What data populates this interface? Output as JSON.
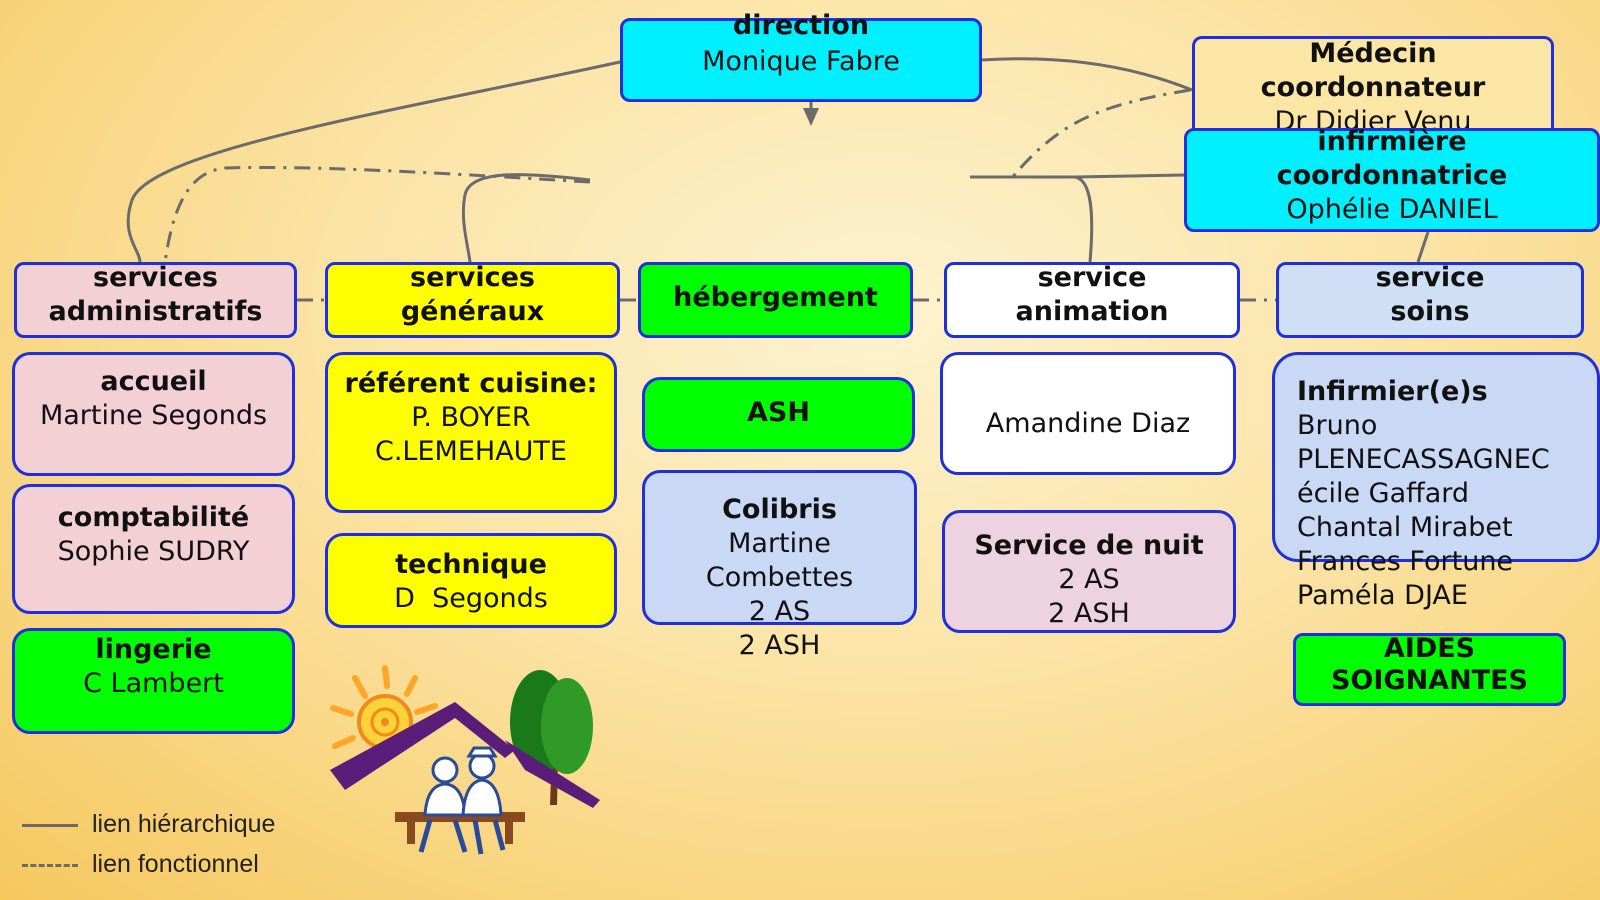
{
  "colors": {
    "border": "#1f2fe0",
    "cyan": "#00f0ff",
    "pink": "#f2d0d4",
    "yellow": "#ffff00",
    "green": "#00ff00",
    "white": "#ffffff",
    "lightblue": "#cfe0f6",
    "lavender": "#c9d8f4",
    "mauve": "#ecd3df",
    "link": "#6b6b6b"
  },
  "top": {
    "direction": {
      "title": "direction",
      "name": "Monique Fabre"
    },
    "medecin": {
      "line1": "Médecin",
      "line2": "coordonnateur",
      "name": "Dr Didier Venu"
    },
    "infirmiere": {
      "line1": "infirmière",
      "line2": "coordonnatrice",
      "name": "Ophélie DANIEL"
    }
  },
  "services": [
    {
      "line1": "services",
      "line2": "administratifs"
    },
    {
      "line1": "services",
      "line2": "généraux"
    },
    {
      "line1": "hébergement"
    },
    {
      "line1": "service",
      "line2": "animation"
    },
    {
      "line1": "service",
      "line2": "soins"
    }
  ],
  "admin": {
    "accueil": {
      "title": "accueil",
      "name": "Martine Segonds"
    },
    "comptabilite": {
      "title": "comptabilité",
      "name": "Sophie SUDRY"
    },
    "lingerie": {
      "title": "lingerie",
      "name": "C Lambert"
    }
  },
  "generaux": {
    "cuisine": {
      "title": "référent cuisine:",
      "name1": "P. BOYER",
      "name2": "C.LEMEHAUTE"
    },
    "technique": {
      "title": "technique",
      "name": "D  Segonds"
    }
  },
  "hebergement": {
    "ash": "ASH",
    "colibris": {
      "title": "Colibris",
      "name1": "Martine",
      "name2": "Combettes",
      "as": "2 AS",
      "ash": "2 ASH"
    }
  },
  "animation": {
    "name": "Amandine Diaz",
    "nuit": {
      "title": "Service de nuit",
      "as": "2 AS",
      "ash": "2 ASH"
    }
  },
  "soins": {
    "infirmiers_title": "Infirmier(e)s",
    "infirmiers": [
      "Bruno",
      "PLENECASSAGNEC",
      "écile Gaffard",
      "Chantal Mirabet",
      "Frances Fortune",
      "Paméla DJAE"
    ],
    "aides": {
      "line1": "AIDES",
      "line2": "SOIGNANTES"
    }
  },
  "legend": {
    "hierarchique": "lien hiérarchique",
    "fonctionnel": "lien fonctionnel"
  }
}
